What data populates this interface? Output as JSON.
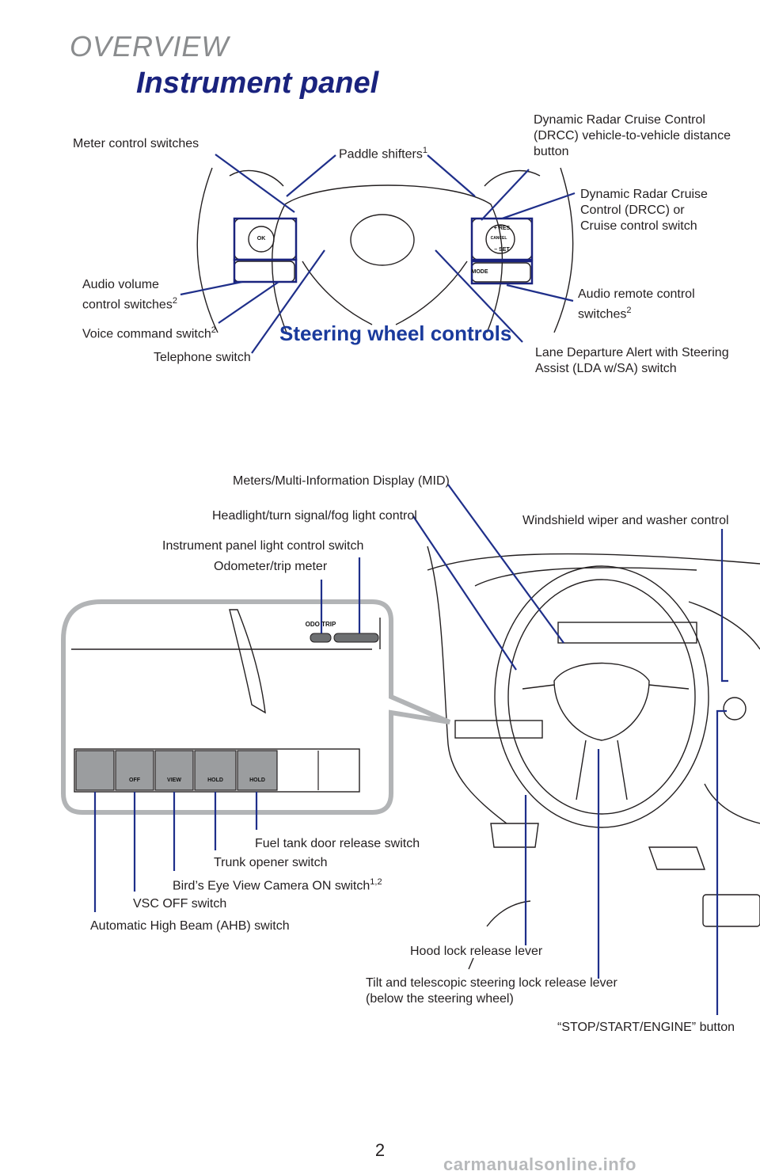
{
  "section": "OVERVIEW",
  "title": "Instrument panel",
  "steering_wheel_caption": "Steering wheel controls",
  "steering_labels": {
    "meter_control": "Meter control switches",
    "paddle": "Paddle shifters",
    "paddle_sup": "1",
    "drcc_distance": "Dynamic Radar Cruise Control (DRCC) vehicle-to-vehicle distance button",
    "drcc_switch": "Dynamic Radar Cruise Control (DRCC) or Cruise control switch",
    "audio_volume": "Audio volume control switches",
    "audio_volume_sup": "2",
    "voice": "Voice command switch",
    "voice_sup": "2",
    "telephone": "Telephone switch",
    "audio_remote": "Audio remote control switches",
    "audio_remote_sup": "2",
    "lda": "Lane Departure Alert with Steering Assist (LDA w/SA) switch"
  },
  "dash_labels": {
    "mid": "Meters/Multi-Information Display (MID)",
    "headlight": "Headlight/turn signal/fog light control",
    "wiper": "Windshield wiper and washer control",
    "panel_light": "Instrument panel light control switch",
    "odometer": "Odometer/trip meter",
    "fuel": "Fuel tank door release switch",
    "trunk": "Trunk opener switch",
    "birds_eye": "Bird’s Eye View Camera ON switch",
    "birds_eye_sup": "1,2",
    "vsc": "VSC OFF switch",
    "ahb": "Automatic High Beam (AHB) switch",
    "hood": "Hood lock release lever",
    "tilt": "Tilt and telescopic steering lock release lever (below the steering wheel)",
    "stop_start": "“STOP/START/ENGINE” button"
  },
  "switch_panel": {
    "odo_trip": "ODO TRIP",
    "buttons": [
      "",
      "OFF",
      "VIEW",
      "HOLD",
      "HOLD"
    ]
  },
  "wheel_buttons": {
    "ok": "OK",
    "mode": "MODE",
    "res": "+ RES",
    "cancel": "CANCEL",
    "set": "– SET"
  },
  "page_number": "2",
  "watermark": "carmanualsonline.info",
  "colors": {
    "accent": "#1a237e",
    "callout_line": "#1f2f8a",
    "gray_frame": "#b2b4b6"
  }
}
